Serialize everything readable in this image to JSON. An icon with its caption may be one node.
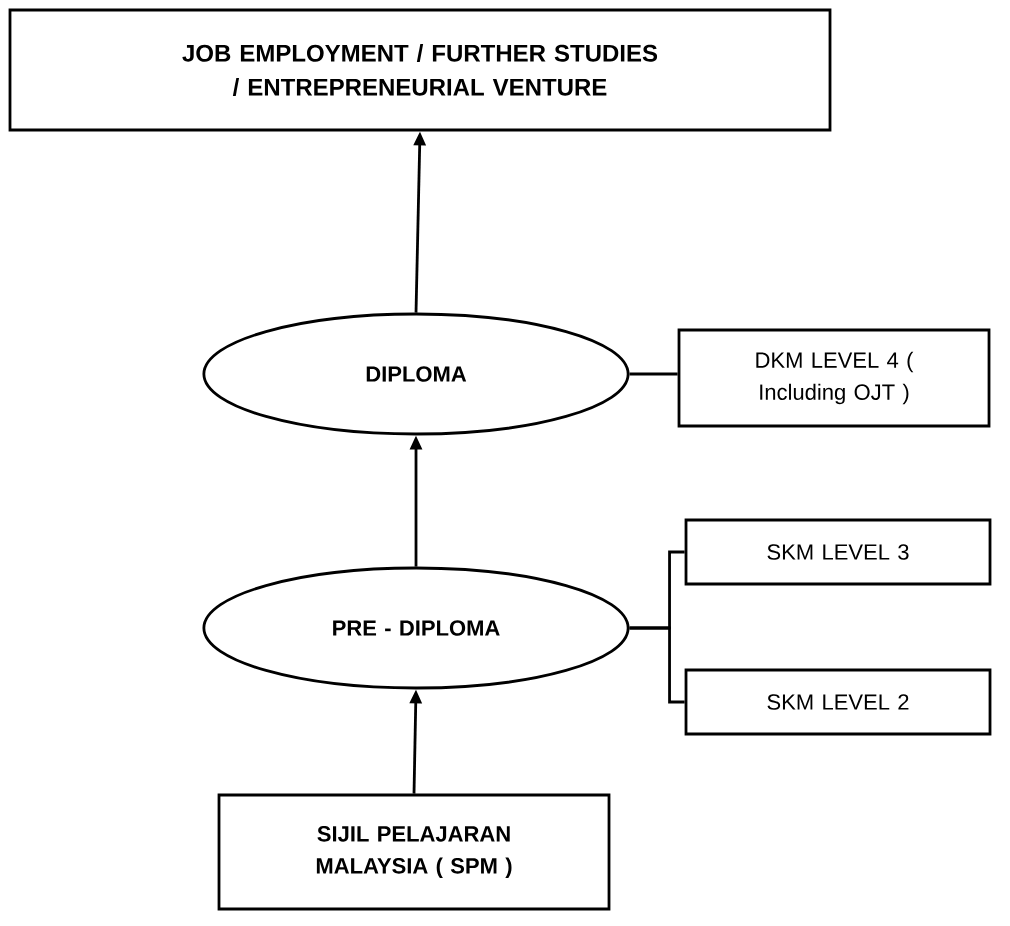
{
  "diagram": {
    "nodes": [
      {
        "text": [
          "JOB EMPLOYMENT  / FURTHER STUDIES / ENTREPRENEURIAL VENTURE"
        ]
      },
      {
        "text": [
          "DIPLOMA"
        ]
      },
      {
        "text": [
          "DKM LEVEL 4 ( Including OJT )"
        ]
      },
      {
        "text": [
          "PRE - DIPLOMA"
        ]
      },
      {
        "text": [
          "SKM LEVEL 3"
        ]
      },
      {
        "text": [
          "SKM LEVEL 2"
        ]
      },
      {
        "text": [
          "SIJIL PELAJARAN MALAYSIA ( SPM )"
        ]
      }
    ],
    "edges": [
      {
        "from": 6,
        "to": 3,
        "arrow": "to"
      },
      {
        "from": 3,
        "to": 1,
        "arrow": "to"
      },
      {
        "from": 1,
        "to": 0,
        "arrow": "to"
      },
      {
        "from": 1,
        "to": 2,
        "arrow": "none"
      },
      {
        "from": 3,
        "to": 4,
        "arrow": "none"
      },
      {
        "from": 3,
        "to": 5,
        "arrow": "none"
      }
    ]
  }
}
